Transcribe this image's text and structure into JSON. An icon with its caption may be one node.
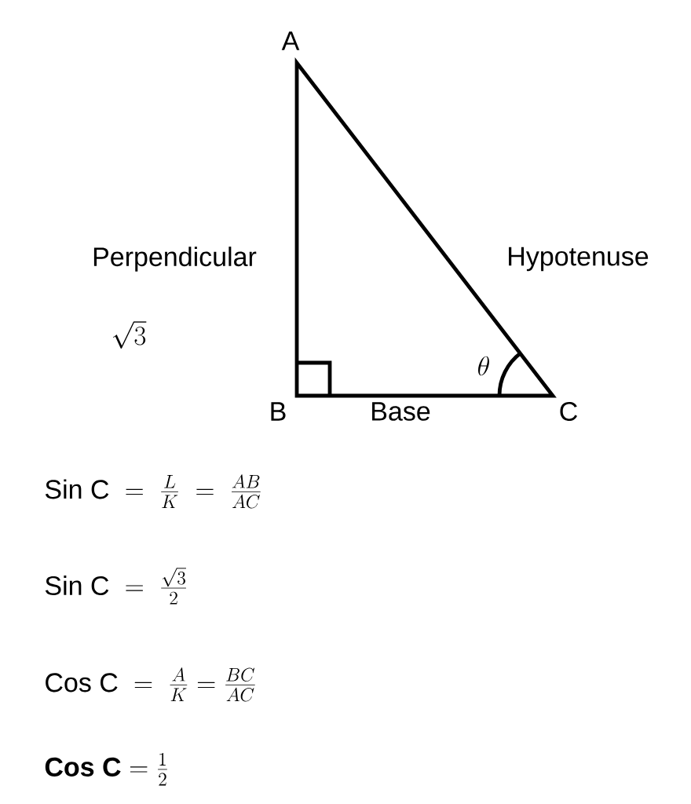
{
  "diagram": {
    "labels": [
      "A",
      "Perpendicular",
      "Hypotenuse",
      "\\sqrt{3}",
      "\\theta",
      "B",
      "Base",
      "C",
      "\\mbox{Sin C} \\;=\\; \\frac{L}{K} \\;=\\; \\frac{AB}{AC}",
      "\\mbox{Sin C} \\;=\\; \\frac{\\sqrt{3}}{2}",
      "\\mbox{Cos C} \\;=\\; \\frac{A}{K} = \\frac{BC}{AC}",
      "\\mbox{\\textbf{Cos C}} = \\frac{1}{2}"
    ]
  }
}
